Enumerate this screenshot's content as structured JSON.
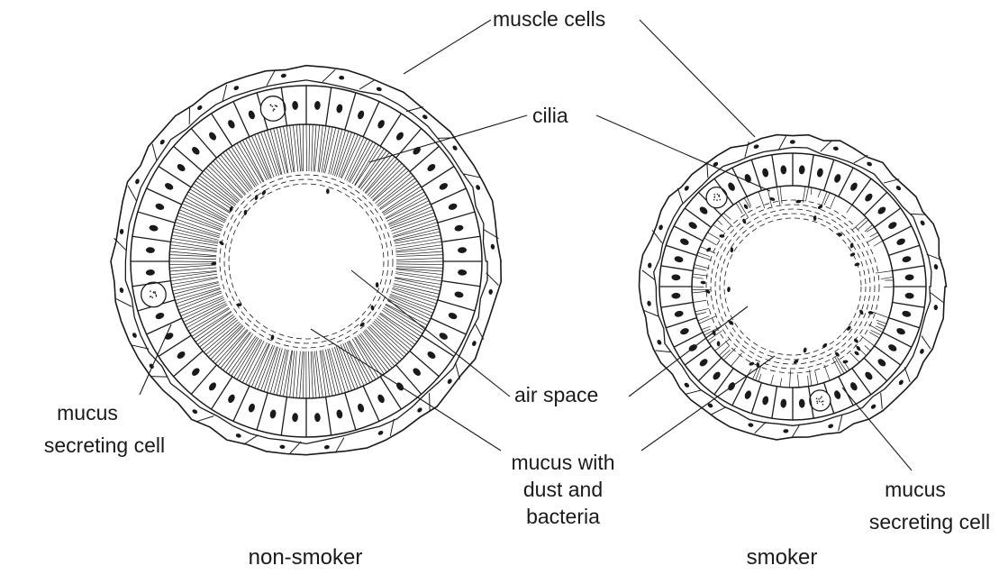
{
  "labels": {
    "muscle_cells": "muscle cells",
    "cilia": "cilia",
    "air_space": "air space",
    "mucus_dust_line1": "mucus with",
    "mucus_dust_line2": "dust and",
    "mucus_dust_line3": "bacteria",
    "mucus_cell_left_line1": "mucus",
    "mucus_cell_left_line2": "secreting cell",
    "mucus_cell_right_line1": "mucus",
    "mucus_cell_right_line2": "secreting cell"
  },
  "captions": {
    "non_smoker": "non-smoker",
    "smoker": "smoker"
  },
  "colors": {
    "ink": "#1a1a1a",
    "background": "#ffffff"
  }
}
